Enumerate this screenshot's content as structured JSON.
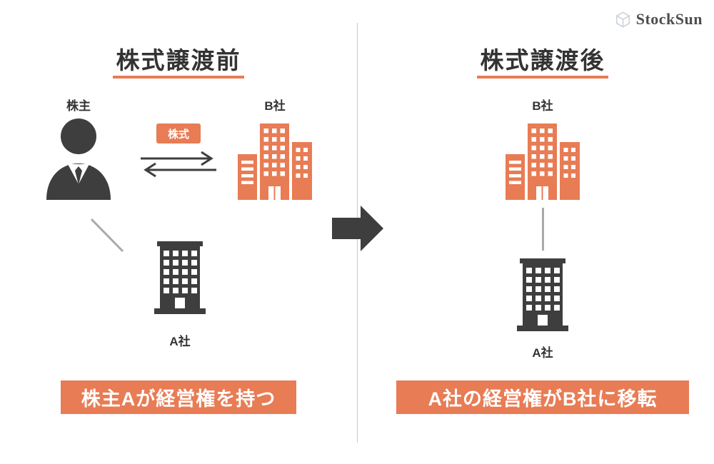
{
  "logo": {
    "brand": "StockSun"
  },
  "left_panel": {
    "title": "株式譲渡前",
    "shareholder_label": "株主",
    "stock_badge": "株式",
    "company_b_label": "B社",
    "company_a_label": "A社",
    "banner": "株主Aが経営権を持つ"
  },
  "right_panel": {
    "title": "株式譲渡後",
    "company_b_label": "B社",
    "company_a_label": "A社",
    "banner": "A社の経営権がB社に移転"
  },
  "icons": {
    "logo": "cube-icon",
    "shareholder": "person-icon",
    "company_b": "orange-building-icon",
    "company_a": "dark-building-icon",
    "stock_exchange": "double-arrow-icon",
    "transfer": "big-right-arrow-icon",
    "ownership_before": "diagonal-line-icon",
    "ownership_after": "vertical-line-icon"
  },
  "colors": {
    "accent": "#E87C55",
    "dark": "#3E3E3E",
    "title_text": "#333333",
    "divider": "#C8C8C8",
    "line": "#A9A9A9",
    "logo_text": "#4E4E4E",
    "logo_icon": "#CDD2D8",
    "background": "#FFFFFF"
  }
}
